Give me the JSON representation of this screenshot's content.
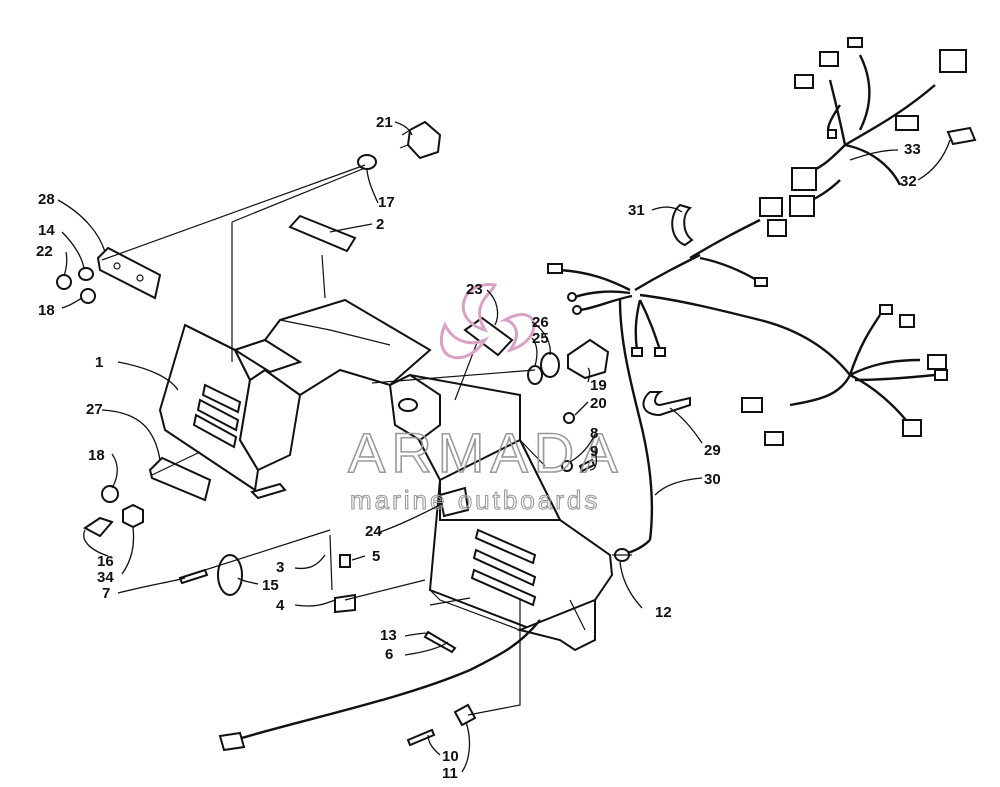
{
  "watermark": {
    "title": "ARMADA",
    "subtitle": "marine outboards",
    "logo_color": "#d9a2c4"
  },
  "callouts": [
    {
      "id": "c1",
      "label": "1"
    },
    {
      "id": "c2",
      "label": "2"
    },
    {
      "id": "c3",
      "label": "3"
    },
    {
      "id": "c4",
      "label": "4"
    },
    {
      "id": "c5",
      "label": "5"
    },
    {
      "id": "c6",
      "label": "6"
    },
    {
      "id": "c7",
      "label": "7"
    },
    {
      "id": "c8",
      "label": "8"
    },
    {
      "id": "c9",
      "label": "9"
    },
    {
      "id": "c10",
      "label": "10"
    },
    {
      "id": "c11",
      "label": "11"
    },
    {
      "id": "c12",
      "label": "12"
    },
    {
      "id": "c13",
      "label": "13"
    },
    {
      "id": "c14",
      "label": "14"
    },
    {
      "id": "c15",
      "label": "15"
    },
    {
      "id": "c16",
      "label": "16"
    },
    {
      "id": "c17",
      "label": "17"
    },
    {
      "id": "c18a",
      "label": "18"
    },
    {
      "id": "c18b",
      "label": "18"
    },
    {
      "id": "c19",
      "label": "19"
    },
    {
      "id": "c20",
      "label": "20"
    },
    {
      "id": "c21",
      "label": "21"
    },
    {
      "id": "c22",
      "label": "22"
    },
    {
      "id": "c23",
      "label": "23"
    },
    {
      "id": "c24",
      "label": "24"
    },
    {
      "id": "c25",
      "label": "25"
    },
    {
      "id": "c26",
      "label": "26"
    },
    {
      "id": "c27",
      "label": "27"
    },
    {
      "id": "c28",
      "label": "28"
    },
    {
      "id": "c29",
      "label": "29"
    },
    {
      "id": "c30",
      "label": "30"
    },
    {
      "id": "c31",
      "label": "31"
    },
    {
      "id": "c32",
      "label": "32"
    },
    {
      "id": "c33",
      "label": "33"
    },
    {
      "id": "c34",
      "label": "34"
    }
  ]
}
